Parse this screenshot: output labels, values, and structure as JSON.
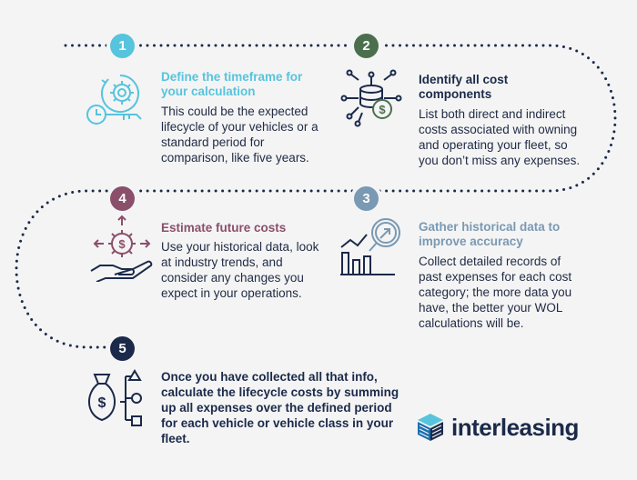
{
  "steps": [
    {
      "number": "1",
      "title": "Define the timeframe for your calculation",
      "description": "This could be the expected lifecycle of your vehicles or a standard period for comparison, like five years.",
      "color": "#56c4dd",
      "icon": "gear-clock-key-icon"
    },
    {
      "number": "2",
      "title": "Identify all cost components",
      "description": "List both direct and indirect costs associated with owning and operating your fleet, so you don’t miss any expenses.",
      "color": "#4b6f4d",
      "icon": "database-network-dollar-icon"
    },
    {
      "number": "3",
      "title": "Gather historical data to improve accuracy",
      "description": "Collect detailed records of past expenses for each cost category; the more data you have, the better your WOL calculations will be.",
      "color": "#7a99b3",
      "icon": "magnifier-bar-chart-icon"
    },
    {
      "number": "4",
      "title": "Estimate future costs",
      "description": "Use your historical data, look at industry trends, and consider any changes you expect in your operations.",
      "color": "#8a4f6b",
      "icon": "hand-gear-dollar-icon"
    },
    {
      "number": "5",
      "title": "",
      "description": "Once you have collected all that info, calculate the lifecycle costs by summing up all expenses over the defined period for each vehicle or vehicle class in your fleet.",
      "color": "#1b2a4a",
      "icon": "money-bag-shapes-icon"
    }
  ],
  "logo": {
    "text": "interleasing",
    "icon": "interleasing-cube-icon"
  },
  "colors": {
    "text": "#1f2a44",
    "dots": "#1b2a4a",
    "background": "#f4f4f4"
  }
}
